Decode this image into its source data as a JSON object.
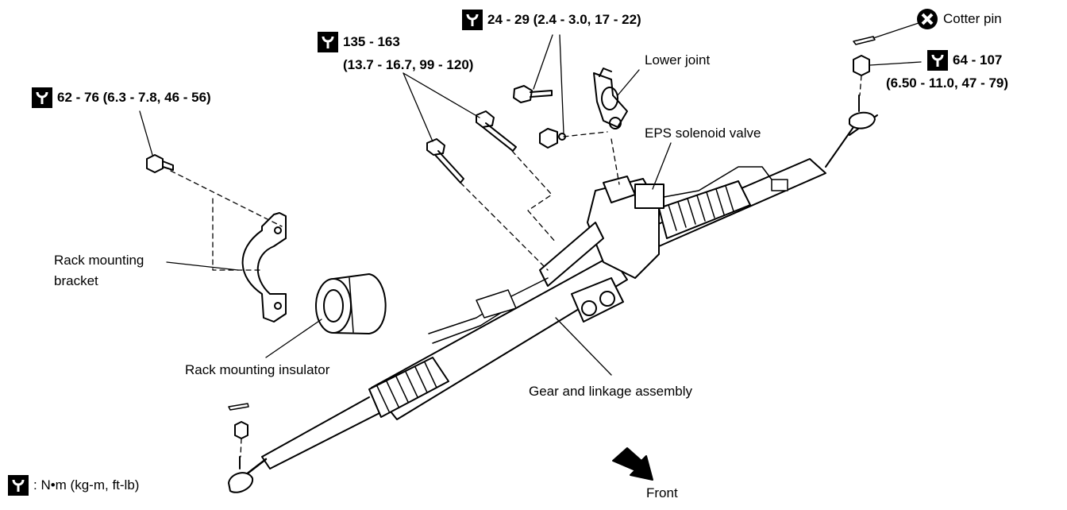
{
  "torque_specs": {
    "mount_bolt": "62 - 76 (6.3 - 7.8, 46 - 56)",
    "gear_bolts_line1": "135 - 163",
    "gear_bolts_line2": "(13.7 - 16.7, 99 - 120)",
    "lower_joint_bolts": "24 - 29 (2.4 - 3.0, 17 - 22)",
    "tie_rod_nut_line1": "64 - 107",
    "tie_rod_nut_line2": "(6.50 - 11.0, 47 - 79)"
  },
  "labels": {
    "cotter_pin": "Cotter pin",
    "lower_joint": "Lower joint",
    "eps_solenoid_valve": "EPS solenoid valve",
    "rack_mounting_bracket_line1": "Rack mounting",
    "rack_mounting_bracket_line2": "bracket",
    "rack_mounting_insulator": "Rack mounting insulator",
    "gear_and_linkage_assembly": "Gear and linkage assembly",
    "front": "Front"
  },
  "legend": {
    "unit_text": ": N•m  (kg-m,  ft-lb)"
  },
  "icons": {
    "torque": "torque-wrench-icon",
    "cotter_pin": "no-reuse-x-icon",
    "front_arrow": "front-direction-arrow"
  }
}
